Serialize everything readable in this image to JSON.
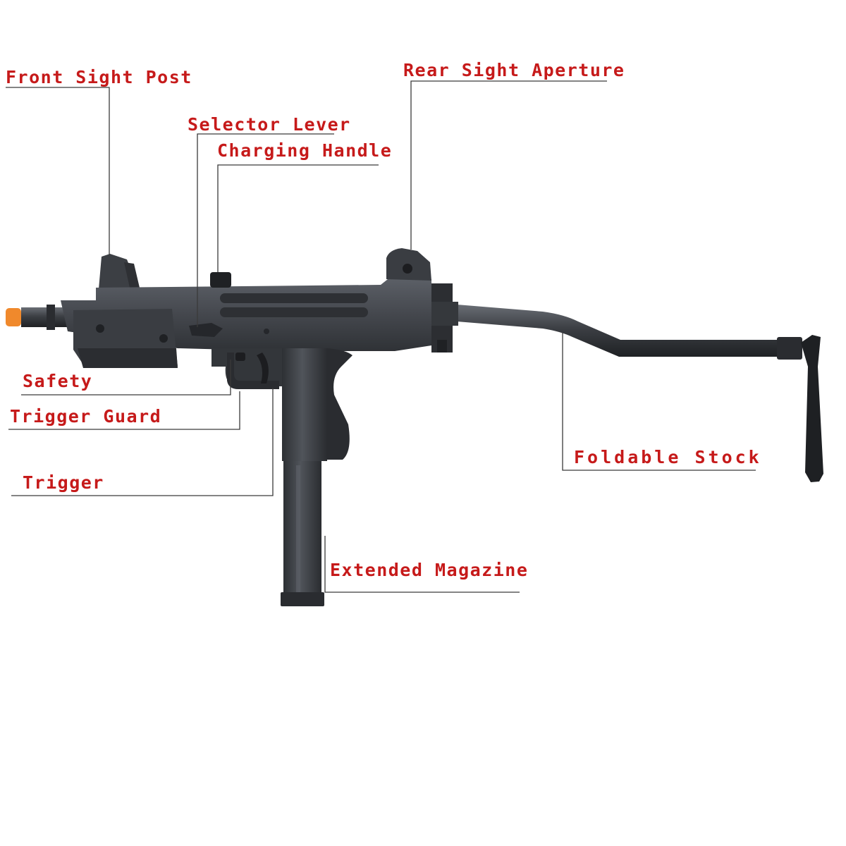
{
  "diagram": {
    "labels": {
      "front_sight_post": "Front Sight Post",
      "rear_sight_aperture": "Rear Sight Aperture",
      "selector_lever": "Selector Lever",
      "charging_handle": "Charging Handle",
      "safety": "Safety",
      "trigger_guard": "Trigger Guard",
      "trigger": "Trigger",
      "foldable_stock": "Foldable Stock",
      "extended_magazine": "Extended Magazine"
    },
    "colors": {
      "label_text": "#c61a1a",
      "leader_line": "#3a3a3a",
      "gun_body": "#43464b",
      "gun_dark": "#26282c",
      "muzzle_tip": "#f0892c"
    }
  }
}
